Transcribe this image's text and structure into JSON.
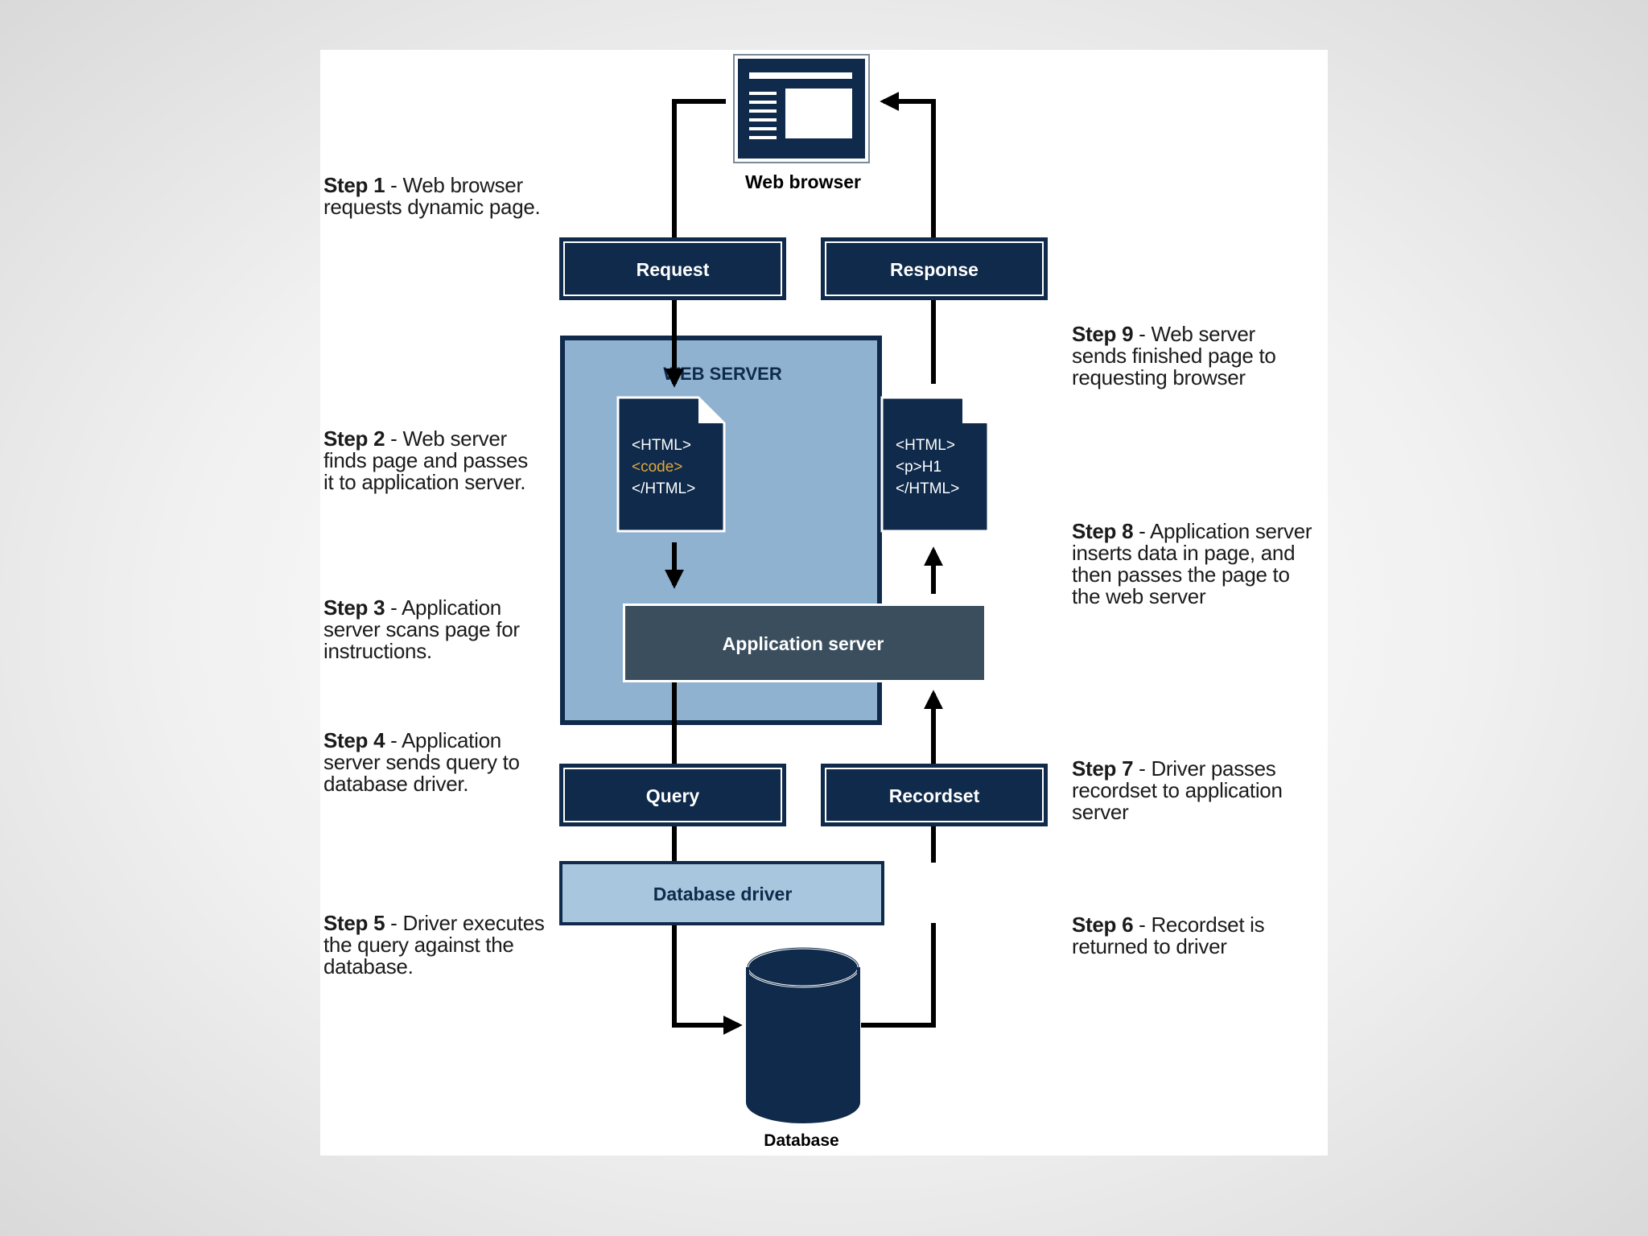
{
  "nodes": {
    "web_browser": "Web browser",
    "request": "Request",
    "response": "Response",
    "web_server": "WEB SERVER",
    "application_server": "Application server",
    "query": "Query",
    "recordset": "Recordset",
    "database_driver": "Database driver",
    "database": "Database"
  },
  "code_left": {
    "line1": "<HTML>",
    "line2": "<code>",
    "line3": "</HTML>"
  },
  "code_right": {
    "line1": "<HTML>",
    "line2": "<p>H1",
    "line3": "</HTML>"
  },
  "steps": [
    {
      "label": "Step 1",
      "text": " - Web browser requests dynamic page."
    },
    {
      "label": "Step 2",
      "text": " - Web server finds page and passes it to application server."
    },
    {
      "label": "Step 3",
      "text": " - Application server scans page for instructions."
    },
    {
      "label": "Step 4",
      "text": " - Application server sends query to database driver."
    },
    {
      "label": "Step 5",
      "text": " - Driver executes the query against the database."
    },
    {
      "label": "Step 6",
      "text": " - Recordset is returned to driver"
    },
    {
      "label": "Step 7",
      "text": " - Driver passes recordset to application server"
    },
    {
      "label": "Step 8",
      "text": " - Application server inserts data in page, and then passes the page to the web server"
    },
    {
      "label": "Step 9",
      "text": " - Web server sends finished page to requesting browser"
    }
  ],
  "colors": {
    "navy": "#0f2a4a",
    "server_blue": "#8fb2d0",
    "app_server": "#3a4e5e",
    "driver_blue": "#a9c6df",
    "code_highlight": "#e0a83a"
  }
}
